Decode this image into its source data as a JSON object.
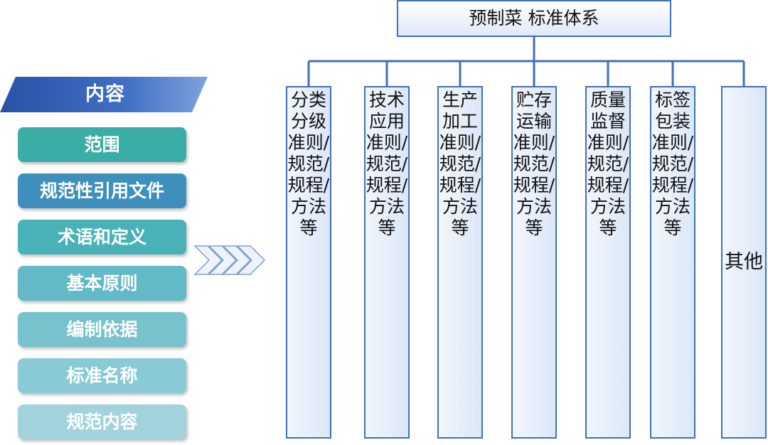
{
  "left_panel": {
    "header": "内容",
    "items": [
      {
        "label": "范围",
        "color": "#3aaea6"
      },
      {
        "label": "规范性引用文件",
        "color": "#3f8fbe"
      },
      {
        "label": "术语和定义",
        "color": "#49b2b8"
      },
      {
        "label": "基本原则",
        "color": "#63b9c7"
      },
      {
        "label": "编制依据",
        "color": "#77c2cd"
      },
      {
        "label": "标准名称",
        "color": "#89cad5"
      },
      {
        "label": "规范内容",
        "color": "#a2d3dc"
      }
    ]
  },
  "tree": {
    "root": "预制菜 标准体系",
    "columns": [
      {
        "text": "分类分级准则/规范/规程/方法等"
      },
      {
        "text": "技术应用准则/规范/规程/方法等"
      },
      {
        "text": "生产加工准则/规范/规程/方法等"
      },
      {
        "text": "贮存运输准则/规范/规程/方法等"
      },
      {
        "text": "质量监督准则/规范/规程/方法等"
      },
      {
        "text": "标签包装准则/规范/规程/方法等"
      },
      {
        "text": "其他"
      }
    ]
  },
  "colors": {
    "accent_blue": "#3f6fc0",
    "header_dark": "#2f56a8"
  }
}
